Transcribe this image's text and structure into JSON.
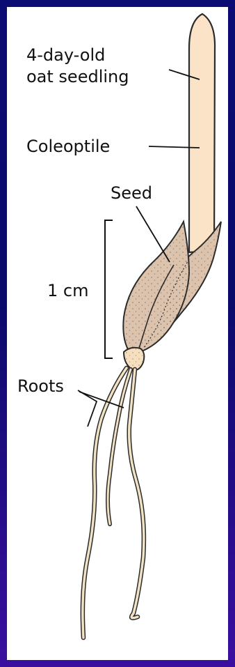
{
  "labels": {
    "title_line1": "4-day-old",
    "title_line2": "oat seedling",
    "coleoptile": "Coleoptile",
    "seed": "Seed",
    "scale": "1 cm",
    "roots": "Roots"
  },
  "colors": {
    "background": "#0a0a6e",
    "panel": "#ffffff",
    "coleoptile_fill": "#fbe3c7",
    "seed_fill": "#dcc3ad",
    "node_fill": "#f6dfbf",
    "root_fill": "#f2e2c4",
    "outline": "#2a2a2a"
  }
}
